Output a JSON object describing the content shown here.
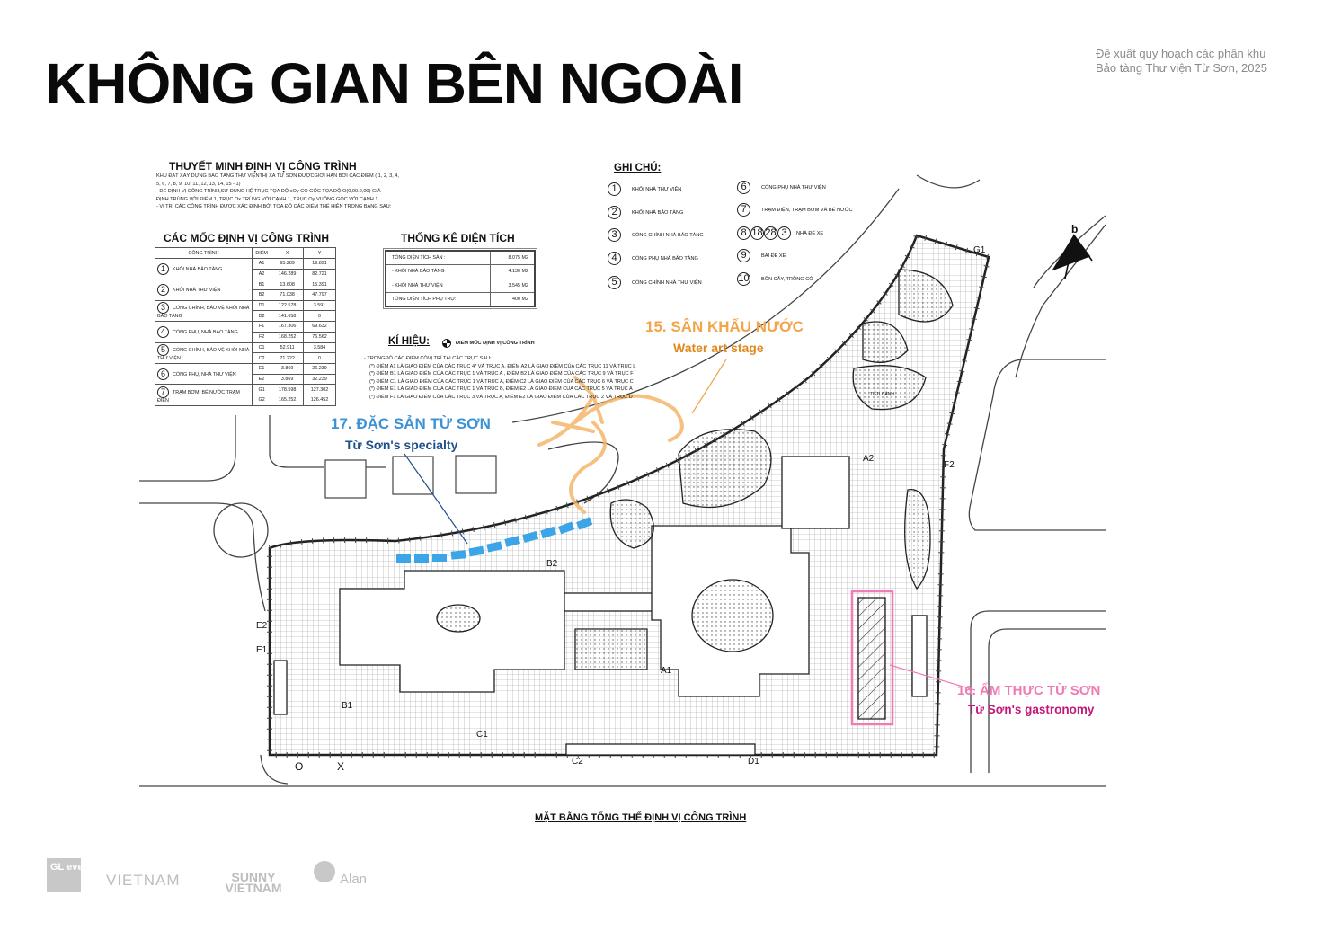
{
  "title": "KHÔNG GIAN BÊN NGOÀI",
  "header_note": [
    "Đề xuất quy hoạch các phân khu",
    "Bảo tàng Thư viện Từ Sơn, 2025"
  ],
  "description": {
    "title": "THUYẾT MINH ĐỊNH VỊ CÔNG TRÌNH",
    "lines": [
      "KHU ĐẤT XÂY DỰNG BẢO TÀNG THƯ VIỆNTHỊ XÃ TỪ SƠN ĐƯỢCGIỚI HẠN BỞI CÁC ĐIỂM ( 1, 2, 3, 4,",
      "5, 6, 7, 8, 9, 10, 11, 12, 13, 14, 15 - 1)",
      "- ĐỂ ĐỊNH VỊ CÔNG TRÌNH,SỬ DỤNG HỆ TRỤC TỌA ĐỘ xOy CÓ GỐC TỌA ĐỘ O(0,00.0,00) GIẢ",
      "ĐỊNH TRÙNG VỚI ĐIỂM 1, TRỤC Ox TRÙNG VỚI CẠNH 1, TRỤC Oy VUÔNG GÓC VỚI CẠNH 1.",
      "- VỊ TRÍ CÁC CÔNG TRÌNH ĐƯỢC XÁC ĐỊNH BỞI TỌA ĐỘ CÁC ĐIỂM THỂ HIỆN TRONG BẢNG SAU:"
    ]
  },
  "markers_table": {
    "title": "CÁC MỐC ĐỊNH VỊ CÔNG TRÌNH",
    "headers": [
      "CÔNG TRÌNH",
      "ĐIỂM",
      "X",
      "Y"
    ],
    "rows": [
      {
        "no": "1",
        "name": "KHỐI NHÀ BẢO TÀNG",
        "points": [
          [
            "A1",
            "95.289",
            "19.891"
          ],
          [
            "A2",
            "146.289",
            "82.721"
          ]
        ]
      },
      {
        "no": "2",
        "name": "KHỐI NHÀ THƯ VIỆN",
        "points": [
          [
            "B1",
            "13.608",
            "15.391"
          ],
          [
            "B2",
            "71.038",
            "47.797"
          ]
        ]
      },
      {
        "no": "3",
        "name": "CỔNG CHÍNH, BẢO VỆ KHỐI NHÀ BẢO TÀNG",
        "points": [
          [
            "D1",
            "122.578",
            "3.591"
          ],
          [
            "D2",
            "141.658",
            "0"
          ]
        ]
      },
      {
        "no": "4",
        "name": "CỔNG PHỤ, NHÀ BẢO TÀNG",
        "points": [
          [
            "F1",
            "167.306",
            "69.632"
          ],
          [
            "F2",
            "168.252",
            "76.562"
          ]
        ]
      },
      {
        "no": "5",
        "name": "CỔNG CHÍNH, BẢO VỆ KHỐI NHÀ THƯ VIỆN",
        "points": [
          [
            "C1",
            "52.911",
            "3.584"
          ],
          [
            "C2",
            "71.222",
            "0"
          ]
        ]
      },
      {
        "no": "6",
        "name": "CỔNG PHỤ, NHÀ THƯ VIỆN",
        "points": [
          [
            "E1",
            "3.869",
            "26.239"
          ],
          [
            "E2",
            "3.869",
            "32.239"
          ]
        ]
      },
      {
        "no": "7",
        "name": "TRẠM BƠM, BỂ NƯỚC TRẠM ĐIỆN",
        "points": [
          [
            "G1",
            "178.598",
            "127.302"
          ],
          [
            "G2",
            "165.252",
            "126.452"
          ]
        ]
      }
    ]
  },
  "area_table": {
    "title": "THỐNG KÊ DIỆN TÍCH",
    "rows": [
      [
        "TỔNG DIỆN TÍCH SÀN :",
        "8.075 M2"
      ],
      [
        "- KHỐI NHÀ BẢO TÀNG",
        "4.130 M2"
      ],
      [
        "- KHỐI NHÀ THƯ VIỆN",
        "3.545 M2"
      ],
      [
        "TỔNG DIỆN TÍCH PHỤ TRỢ:",
        "400 M2"
      ]
    ]
  },
  "symbols": {
    "title": "KÍ HIỆU:",
    "marker_label": "ĐIỂM MỐC ĐỊNH VỊ CÔNG TRÌNH",
    "lines": [
      "- TRONGĐÓ CÁC ĐIỂM CÓVỊ TRÍ TẠI CÁC TRỤC SAU:",
      "(*) ĐIỂM A1 LÀ GIAO ĐIỂM CỦA CÁC TRỤC 4* VÀ TRỤC A, ĐIỂM A2 LÀ GIAO ĐIỂM CỦA CÁC TRỤC 11 VÀ TRỤC L",
      "(*) ĐIỂM B1 LÀ GIAO ĐIỂM CỦA CÁC TRỤC 1 VÀ TRỤC A , ĐIỂM B2 LÀ GIAO ĐIỂM CỦA CÁC TRỤC 9 VÀ TRỤC F",
      "(*) ĐIỂM C1 LÀ GIAO ĐIỂM CỦA CÁC TRỤC 1 VÀ TRỤC A, ĐIỂM C2 LÀ GIAO ĐIỂM CỦA CÁC TRỤC 6 VÀ TRỤC C",
      "(*) ĐIỂM E1 LÀ GIAO ĐIỂM CỦA CÁC TRỤC 1 VÀ TRỤC B, ĐIỂM E2 LÀ GIAO ĐIỂM CỦA CÁC TRỤC 5 VÀ TRỤC A",
      "(*) ĐIỂM F1 LÀ GIAO ĐIỂM CỦA CÁC TRỤC 3 VÀ TRỤC A, ĐIỂM E2 LÀ GIAO ĐIỂM CỦA CÁC TRỤC 2 VÀ TRỤC D"
    ]
  },
  "legend": {
    "title": "GHI CHÚ:",
    "items": [
      {
        "no": "1",
        "label": "KHỐI NHÀ THƯ VIỆN"
      },
      {
        "no": "2",
        "label": "KHỐI NHÀ BẢO TÀNG"
      },
      {
        "no": "3",
        "label": "CỔNG CHÍNH NHÀ BẢO TÀNG"
      },
      {
        "no": "4",
        "label": "CỔNG PHỤ NHÀ BẢO TÀNG"
      },
      {
        "no": "5",
        "label": "CỔNG CHÍNH NHÀ THƯ VIỆN"
      },
      {
        "no": "6",
        "label": "CỔNG PHỤ NHÀ THƯ VIỆN"
      },
      {
        "no": "7",
        "label": "TRẠM ĐIỆN, TRẠM BƠM VÀ BỂ NƯỚC"
      },
      {
        "no": "8",
        "label": "NHÀ ĐỂ XE"
      },
      {
        "no": "9",
        "label": "BÃI ĐỂ XE"
      },
      {
        "no": "10",
        "label": "BỒN CÂY, TRỒNG CỎ"
      }
    ]
  },
  "callouts": {
    "water_stage": {
      "title": "15. SÂN KHẤU NƯỚC",
      "subtitle": "Water art stage",
      "color": "#f2a54a"
    },
    "specialty": {
      "title": "17. ĐẶC SẢN TỪ SƠN",
      "subtitle": "Từ Sơn's specialty",
      "color": "#3b93d6"
    },
    "gastronomy": {
      "title": "16. ẨM THỰC TỪ SƠN",
      "subtitle": "Từ Sơn's gastronomy",
      "color": "#f07ab4"
    }
  },
  "plan_labels": {
    "origin": "O",
    "axis_x": "X",
    "e2": "E2",
    "e1": "E1",
    "b1": "B1",
    "b2": "B2",
    "a1": "A1",
    "a2": "A2",
    "c1": "C1",
    "c2": "C2",
    "d1": "D1",
    "f2": "F2",
    "g1": "G1",
    "landscape": "TIỂU CẢNH",
    "north": "b"
  },
  "caption": "MẶT BẰNG TỔNG THỂ ĐỊNH VỊ CÔNG TRÌNH",
  "logos": [
    "GL events",
    "VIETNAM",
    "SUNNY VIETNAM",
    "Alan"
  ]
}
